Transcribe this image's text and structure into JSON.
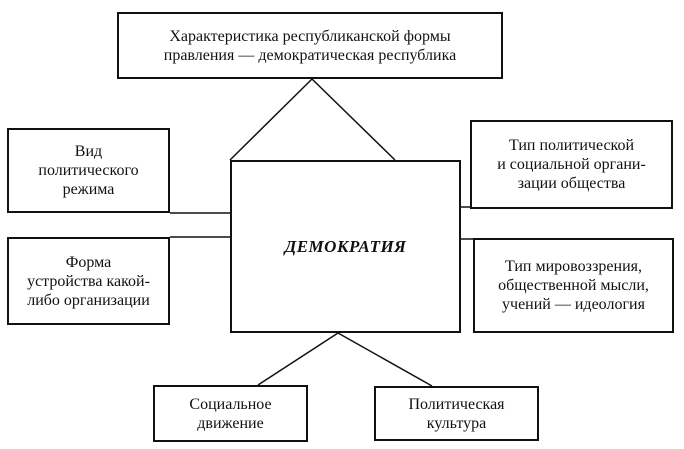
{
  "diagram": {
    "center": {
      "lines": [
        "ДЕМОКРАТИЯ"
      ]
    },
    "top": {
      "lines": [
        "Характеристика республиканской формы",
        "правления — демократическая республика"
      ]
    },
    "left_upper": {
      "lines": [
        "Вид",
        "политического",
        "режима"
      ]
    },
    "left_lower": {
      "lines": [
        "Форма",
        "устройства какой-",
        "либо организации"
      ]
    },
    "right_upper": {
      "lines": [
        "Тип политической",
        "и социальной органи-",
        "зации общества"
      ]
    },
    "right_lower": {
      "lines": [
        "Тип мировоззрения,",
        "общественной мысли,",
        "учений — идеология"
      ]
    },
    "bottom_left": {
      "lines": [
        "Социальное",
        "движение"
      ]
    },
    "bottom_right": {
      "lines": [
        "Политическая",
        "культура"
      ]
    }
  }
}
